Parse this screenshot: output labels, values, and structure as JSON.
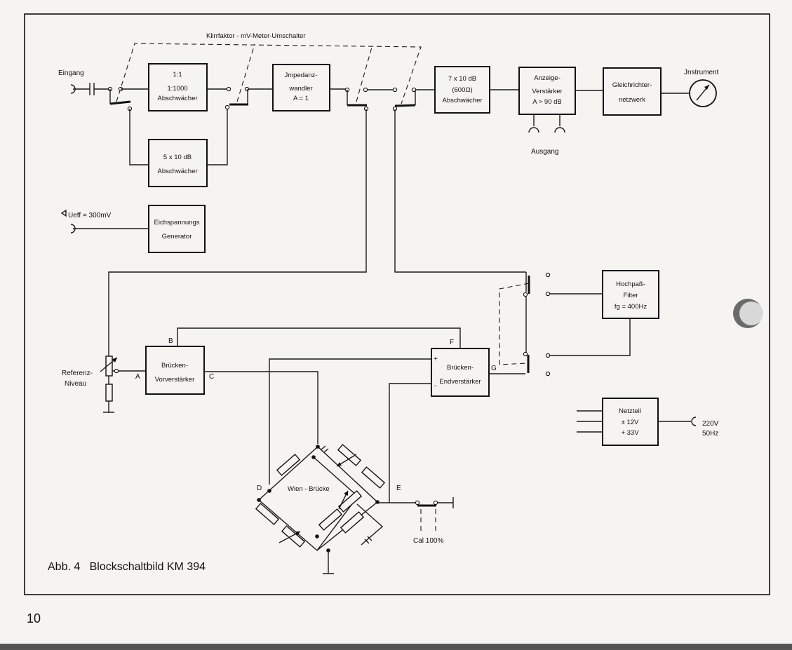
{
  "title_switch": "Klirrfaktor - mV-Meter-Umschalter",
  "labels": {
    "eingang": "Eingang",
    "ueff": "Ueff = 300mV",
    "instrument": "Jnstrument",
    "ausgang": "Ausgang",
    "referenz1": "Referenz-",
    "referenz2": "Niveau",
    "wien": "Wien - Brücke",
    "cal": "Cal 100%",
    "mains1": "220V",
    "mains2": "50Hz"
  },
  "nodes": {
    "A": "A",
    "B": "B",
    "C": "C",
    "D": "D",
    "E": "E",
    "F": "F",
    "G": "G",
    "plus": "+",
    "minus": "-"
  },
  "blocks": {
    "att1000": [
      "1:1",
      "1:1000",
      "Abschwächer"
    ],
    "att5x10": [
      "5 x 10 dB",
      "Abschwächer"
    ],
    "impedanz": [
      "Jmpedanz-",
      "wandler",
      "A = 1"
    ],
    "att7x10": [
      "7 x 10 dB",
      "(600Ω)",
      "Abschwächer"
    ],
    "anzeige": [
      "Anzeige-",
      "Verstärker",
      "A > 90 dB"
    ],
    "gleich": [
      "Gleichrichter-",
      "netzwerk"
    ],
    "eich": [
      "Eichspannungs",
      "Generator"
    ],
    "vorverst": [
      "Brücken-",
      "Vorverstärker"
    ],
    "endverst": [
      "Brücken-",
      "Endverstärker"
    ],
    "hochpass": [
      "Hochpaß-",
      "Filter",
      "fg = 400Hz"
    ],
    "netzteil": [
      "Netzteil",
      "± 12V",
      "+ 33V"
    ]
  },
  "caption": "Abb. 4   Blockschaltbild KM 394",
  "page_number": "10"
}
